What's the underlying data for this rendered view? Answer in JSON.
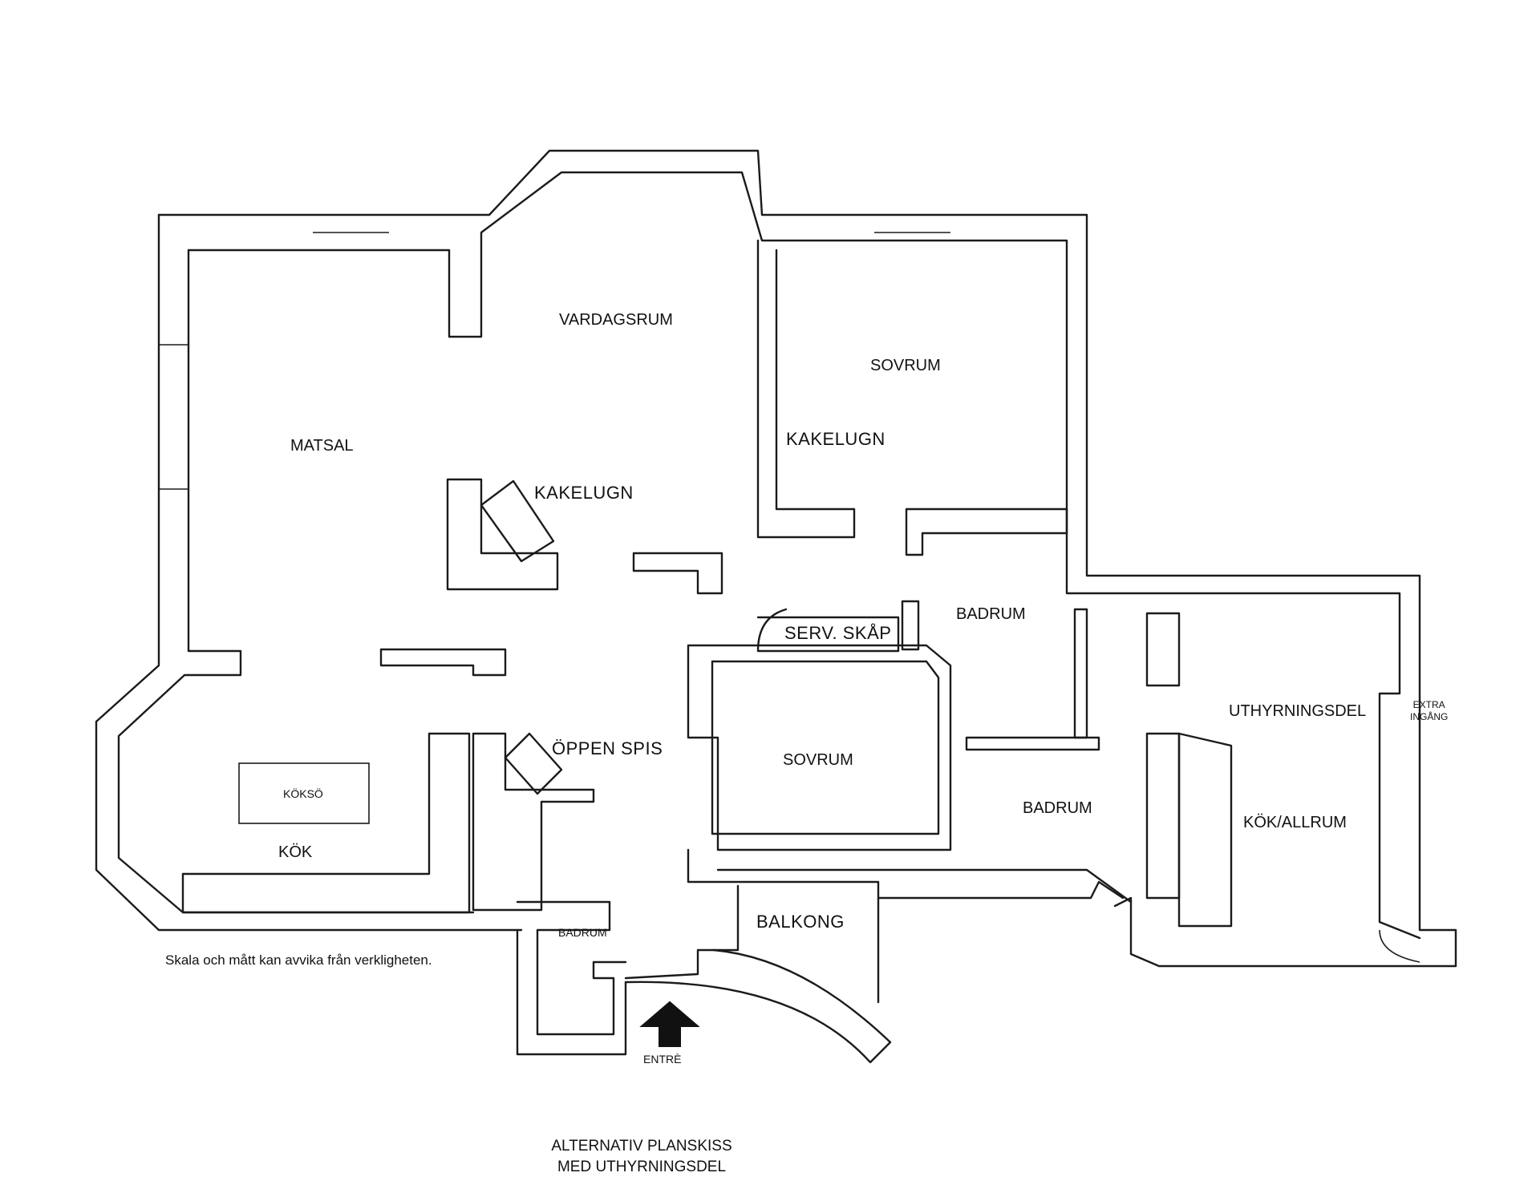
{
  "rooms": {
    "vardagsrum": "VARDAGSRUM",
    "sovrum_top": "SOVRUM",
    "matsal": "MATSAL",
    "kakelugn_center": "KAKELUGN",
    "kakelugn_sovrum": "KAKELUGN",
    "badrum_upper": "BADRUM",
    "serv_skap": "SERV. SKÅP",
    "uthyrningsdel": "UTHYRNINGSDEL",
    "extra_ingang_line1": "EXTRA",
    "extra_ingang_line2": "INGÅNG",
    "oppen_spis": "ÖPPEN SPIS",
    "sovrum_middle": "SOVRUM",
    "koksö": "KÖKSÖ",
    "badrum_middle": "BADRUM",
    "kok_allrum": "KÖK/ALLRUM",
    "kok": "KÖK",
    "balkong": "BALKONG",
    "badrum_small": "BADRUM",
    "entre": "ENTRÈ"
  },
  "disclaimer": "Skala och mått kan avvika från verkligheten.",
  "footer": {
    "line1": "ALTERNATIV PLANSKISS",
    "line2": "MED UTHYRNINGSDEL"
  }
}
